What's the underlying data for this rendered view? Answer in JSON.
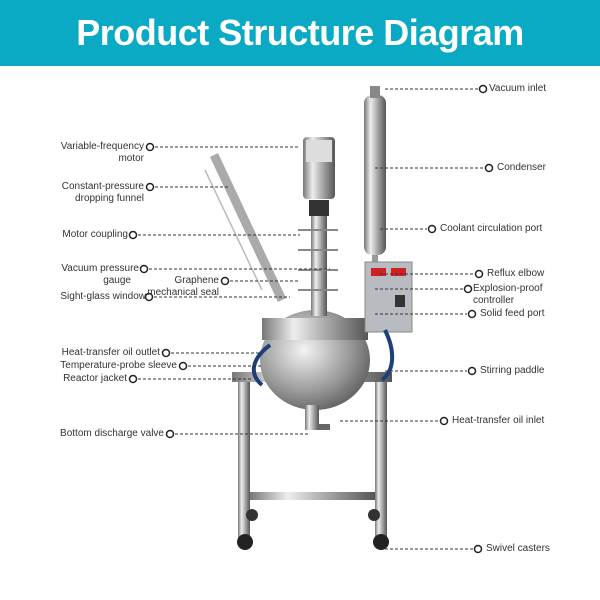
{
  "title": "Product Structure Diagram",
  "colors": {
    "header": "#0aaac4",
    "text": "#333333"
  },
  "left_labels": [
    {
      "line1": "Variable-frequency",
      "line2": "motor"
    },
    {
      "line1": "Constant-pressure",
      "line2": "dropping funnel"
    },
    {
      "line1": "Motor coupling"
    },
    {
      "line1": "Vacuum pressure",
      "line2": "gauge"
    },
    {
      "line1": "Graphene",
      "line2": "mechanical seal"
    },
    {
      "line1": "Sight-glass window"
    },
    {
      "line1": "Heat-transfer oil outlet"
    },
    {
      "line1": "Temperature-probe sleeve"
    },
    {
      "line1": "Reactor jacket"
    },
    {
      "line1": "Bottom discharge valve"
    }
  ],
  "right_labels": [
    {
      "line1": "Vacuum inlet"
    },
    {
      "line1": "Condenser"
    },
    {
      "line1": "Coolant circulation port"
    },
    {
      "line1": "Reflux elbow"
    },
    {
      "line1": "Explosion-proof",
      "line2": "controller"
    },
    {
      "line1": "Solid feed port"
    },
    {
      "line1": "Stirring paddle"
    },
    {
      "line1": "Heat-transfer oil inlet"
    },
    {
      "line1": "Swivel casters"
    }
  ]
}
